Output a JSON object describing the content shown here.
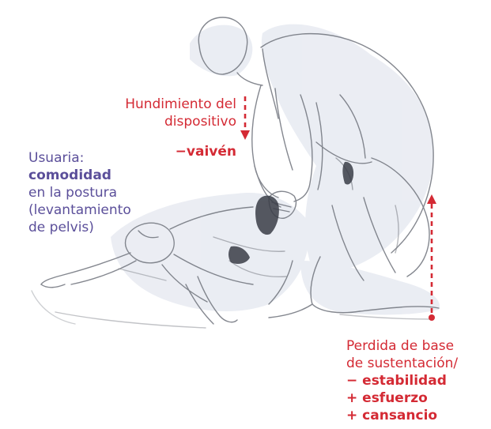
{
  "colors": {
    "accent_red": "#d42a34",
    "accent_purple": "#5b4f9a",
    "sketch_gray": "#6f737c",
    "shade_blue": "#dfe3ec",
    "dark_fill": "#3a3d47"
  },
  "annotations": {
    "device_sink": {
      "line1": "Hundimiento del",
      "line2": "dispositivo",
      "effect": "−vaivén"
    },
    "user": {
      "line1": "Usuaria:",
      "line2_bold": "comodidad",
      "line3": "en la postura",
      "line4": "(levantamiento",
      "line5": "de pelvis)"
    },
    "support_base": {
      "line1": "Perdida de base",
      "line2": "de sustentación/",
      "effect1": "− estabilidad",
      "effect2": "+ esfuerzo",
      "effect3": "+ cansancio"
    }
  },
  "illustration": {
    "subject": "pencil sketch of two figures",
    "arrows": [
      "down-arrow",
      "up-arrow"
    ]
  }
}
